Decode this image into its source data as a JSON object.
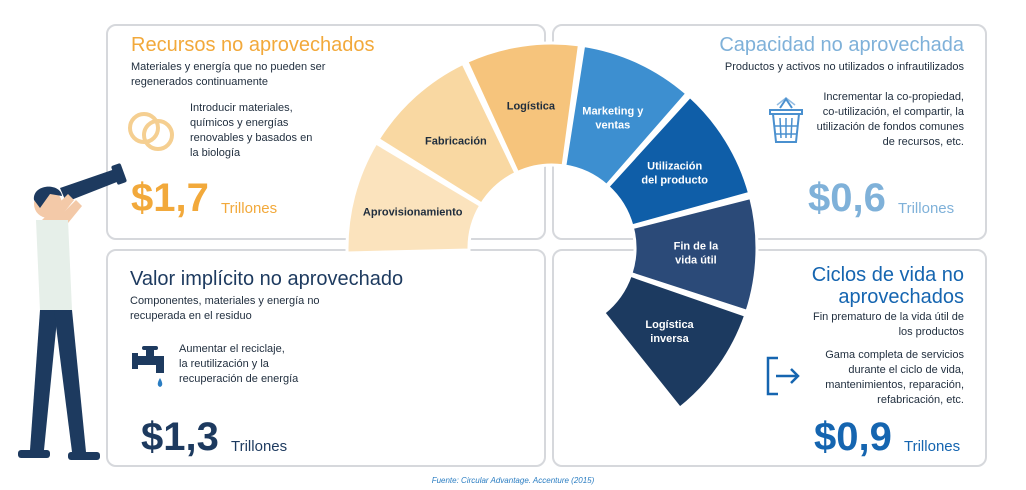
{
  "panels": {
    "top_left": {
      "title": "Recursos no aprovechados",
      "subtitle_l1": "Materiales y energía que no pueden ser",
      "subtitle_l2": "regenerados continuamente",
      "desc_l1": "Introducir materiales,",
      "desc_l2": "químicos y energías",
      "desc_l3": "renovables y basados en",
      "desc_l4": "la biología",
      "amount": "$1,7",
      "unit": "Trillones",
      "color": "#f2a93b",
      "icon": "interlocking-rings-icon"
    },
    "top_right": {
      "title": "Capacidad no aprovechada",
      "subtitle_l1": "Productos y activos no utilizados o infrautilizados",
      "desc_l1": "Incrementar la co-propiedad,",
      "desc_l2": "co-utilización, el compartir, la",
      "desc_l3": "utilización de fondos comunes",
      "desc_l4": "de recursos, etc.",
      "amount": "$0,6",
      "unit": "Trillones",
      "color": "#7fb1d9",
      "icon": "recycle-bin-icon"
    },
    "bottom_left": {
      "title": "Valor implícito no aprovechado",
      "subtitle_l1": "Componentes, materiales y energía no",
      "subtitle_l2": "recuperada en el residuo",
      "desc_l1": "Aumentar el reciclaje,",
      "desc_l2": "la reutilización y la",
      "desc_l3": "recuperación de energía",
      "amount": "$1,3",
      "unit": "Trillones",
      "color": "#1d3a5f",
      "icon": "faucet-icon"
    },
    "bottom_right": {
      "title_l1": "Ciclos de vida no",
      "title_l2": "aprovechados",
      "subtitle_l1": "Fin prematuro de la vida útil de",
      "subtitle_l2": "los productos",
      "desc_l1": "Gama completa de servicios",
      "desc_l2": "durante el ciclo de vida,",
      "desc_l3": "mantenimientos, reparación,",
      "desc_l4": "refabricación, etc.",
      "amount": "$0,9",
      "unit": "Trillones",
      "color": "#1565b0",
      "icon": "exit-arrow-icon"
    }
  },
  "wheel": {
    "segments": [
      {
        "l1": "Aprovisionamiento",
        "l2": "",
        "color": "#fbe3bd"
      },
      {
        "l1": "Fabricación",
        "l2": "",
        "color": "#f9d8a2"
      },
      {
        "l1": "Logística",
        "l2": "",
        "color": "#f6c47c"
      },
      {
        "l1": "Marketing y",
        "l2": "ventas",
        "color": "#3d8fd0"
      },
      {
        "l1": "Utilización",
        "l2": "del producto",
        "color": "#0f5ea8"
      },
      {
        "l1": "Fin de la",
        "l2": "vida útil",
        "color": "#2b4a78"
      },
      {
        "l1": "Logística",
        "l2": "inversa",
        "color": "#1c3a60"
      }
    ]
  },
  "source": "Fuente: Circular Advantage. Accenture (2015)",
  "illustration": "person-with-telescope"
}
